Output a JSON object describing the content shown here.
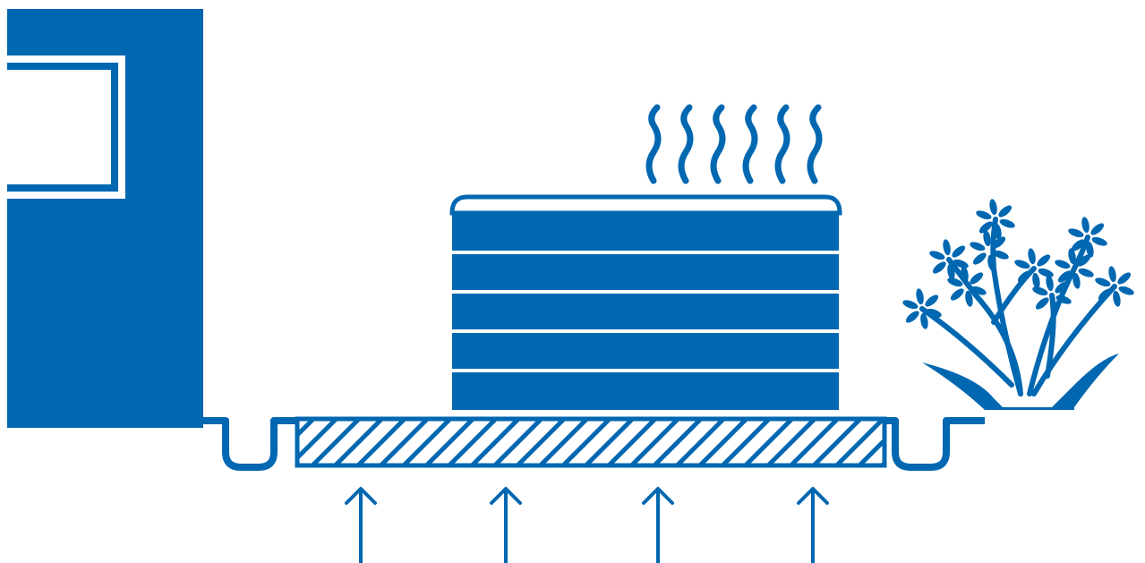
{
  "diagram": {
    "colors": {
      "primary": "#0067b1",
      "background": "#ffffff"
    },
    "elements": {
      "building": {
        "icon": "building-wall-with-window-icon"
      },
      "hot_tub": {
        "icon": "hot-tub-icon",
        "panel_count": 5
      },
      "steam": {
        "icon": "steam-icon",
        "wisp_count": 6
      },
      "slab": {
        "icon": "hatched-concrete-slab-icon"
      },
      "drains": {
        "icon": "u-shaped-drain-channel-icon",
        "count": 2
      },
      "ground_arrows": {
        "icon": "up-arrow-icon",
        "count": 4
      },
      "shrub": {
        "icon": "shrub-plant-icon"
      }
    }
  }
}
